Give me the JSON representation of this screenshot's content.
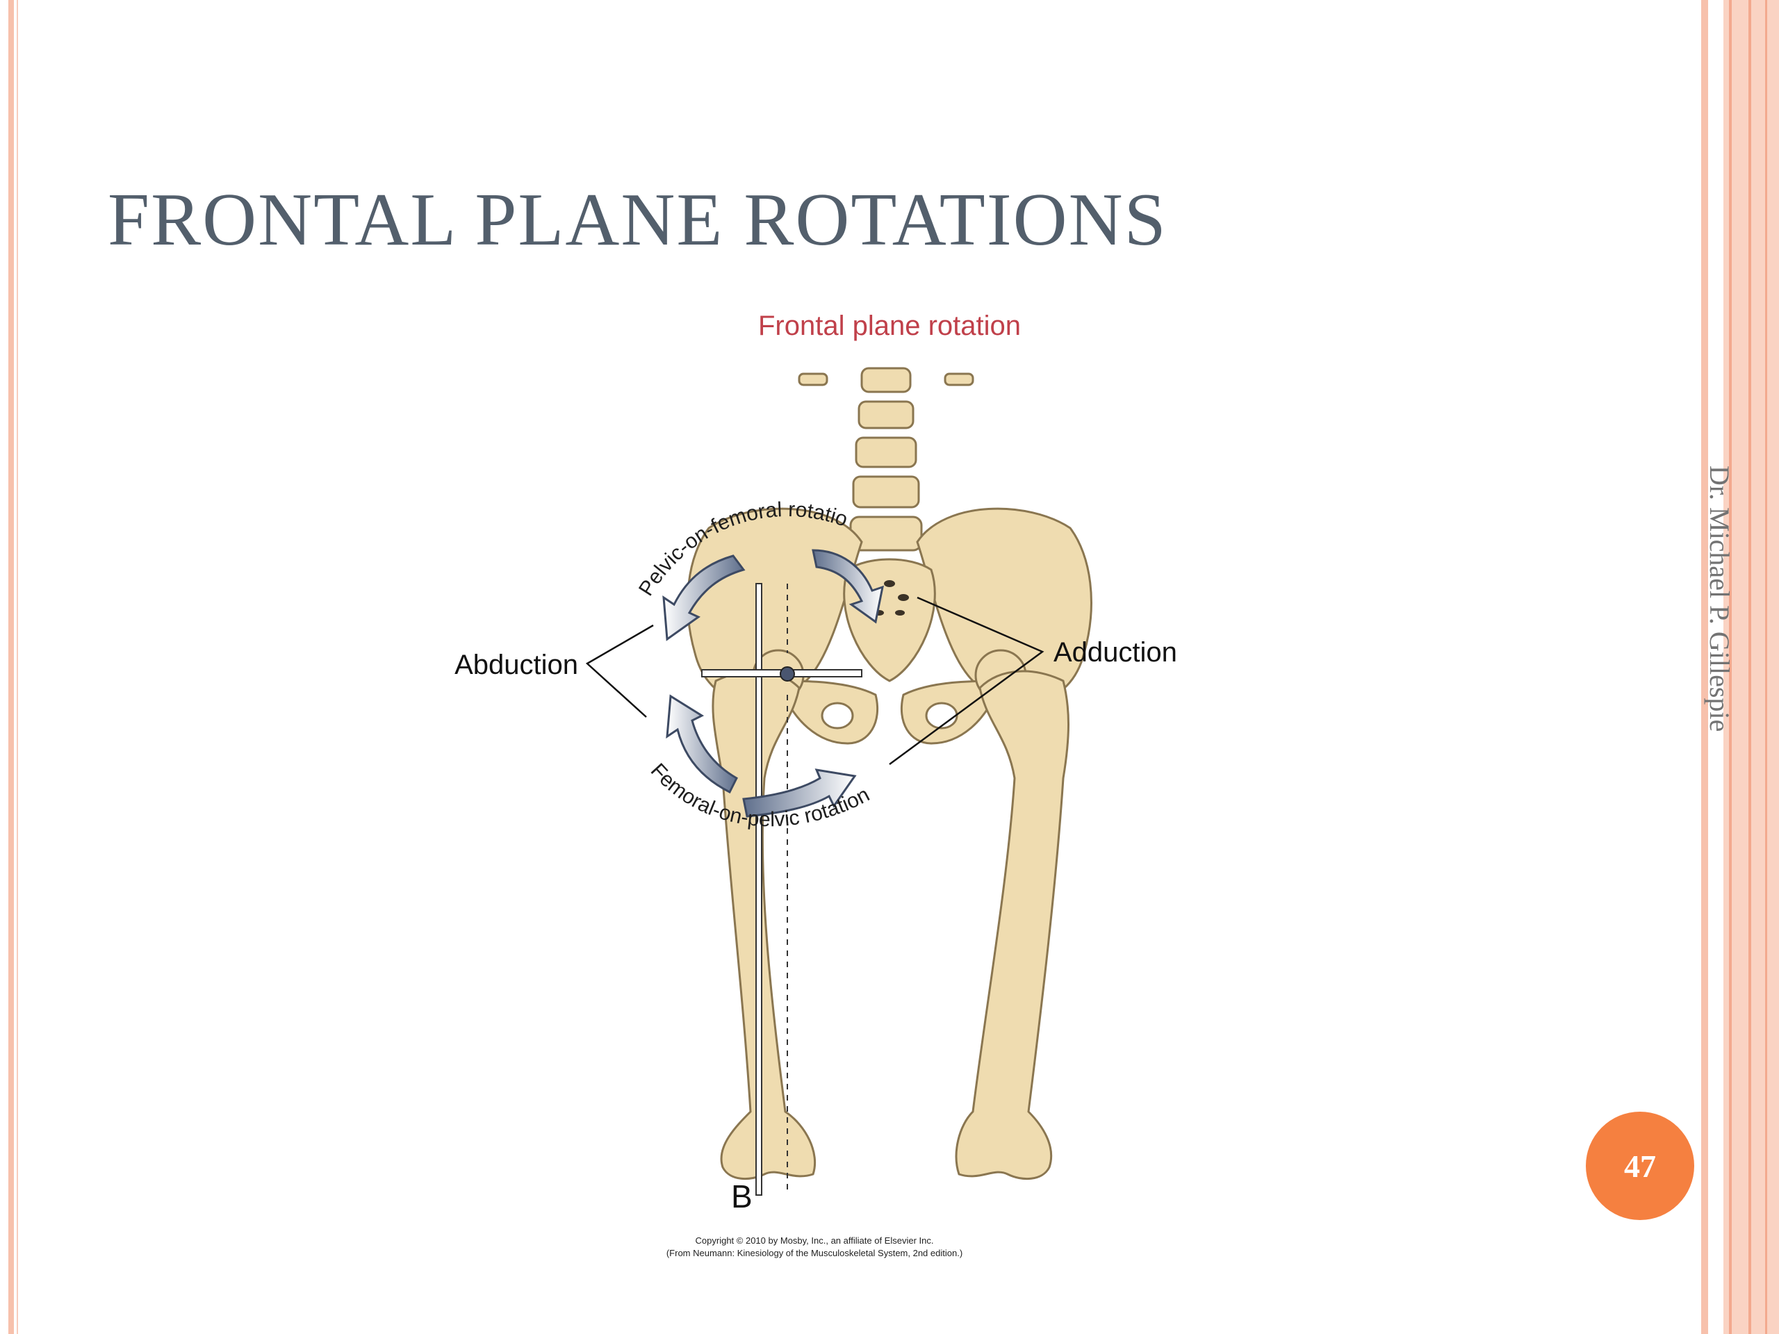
{
  "slide": {
    "title": "FRONTAL PLANE ROTATIONS",
    "author": "Dr. Michael P. Gillespie",
    "page_number": "47"
  },
  "figure": {
    "heading": "Frontal plane rotation",
    "labels": {
      "abduction": "Abduction",
      "adduction": "Adduction",
      "pelvic_on_femoral": "Pelvic-on-femoral rotation",
      "femoral_on_pelvic": "Femoral-on-pelvic rotation",
      "panel": "B"
    },
    "copyright_line1": "Copyright © 2010 by Mosby, Inc., an affiliate of Elsevier Inc.",
    "copyright_line2": "(From Neumann: Kinesiology of the Musculoskeletal System, 2nd edition.)"
  },
  "colors": {
    "bone": "#efdcb0",
    "bone_outline": "#8a7650",
    "arrow": "#6f7f9c",
    "heading_red": "#c0404a",
    "stripe": "#f7c1ac",
    "badge": "#f58040"
  }
}
